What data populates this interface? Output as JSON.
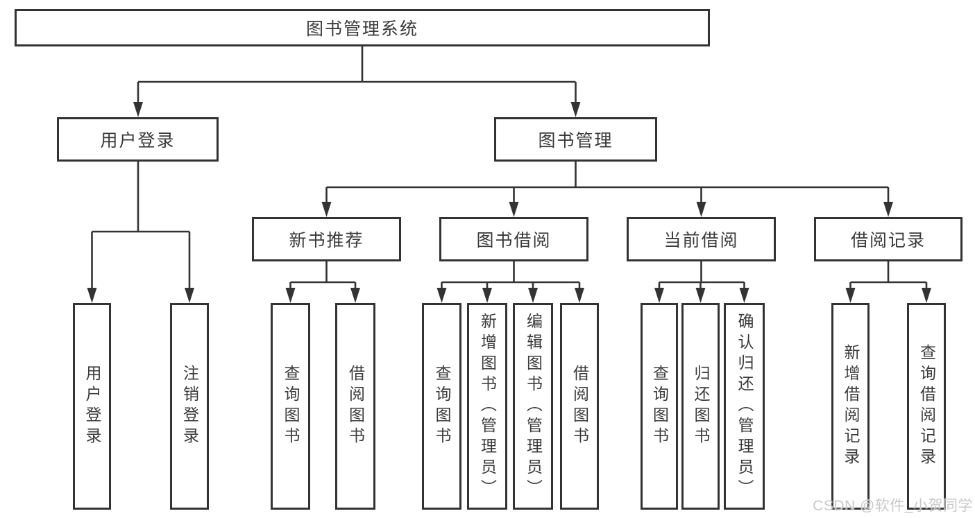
{
  "diagram": {
    "root": {
      "label": "图书管理系统"
    },
    "level2": [
      {
        "label": "用户登录"
      },
      {
        "label": "图书管理"
      }
    ],
    "level3": [
      {
        "label": "新书推荐"
      },
      {
        "label": "图书借阅"
      },
      {
        "label": "当前借阅"
      },
      {
        "label": "借阅记录"
      }
    ],
    "leaves": {
      "user_login": [
        "用户登录",
        "注销登录"
      ],
      "new_book": [
        "查询图书",
        "借阅图书"
      ],
      "book_borrow": [
        "查询图书",
        "新增图书（管理员）",
        "编辑图书（管理员）",
        "借阅图书"
      ],
      "current_borrow": [
        "查询图书",
        "归还图书",
        "确认归还（管理员）"
      ],
      "borrow_record": [
        "新增借阅记录",
        "查询借阅记录"
      ]
    },
    "colors": {
      "line": "#333333",
      "text": "#3a3a3a",
      "background": "#ffffff",
      "watermark": "#c9c9c9"
    }
  },
  "watermark": {
    "text": "CSDN @软件_小贺同学"
  }
}
